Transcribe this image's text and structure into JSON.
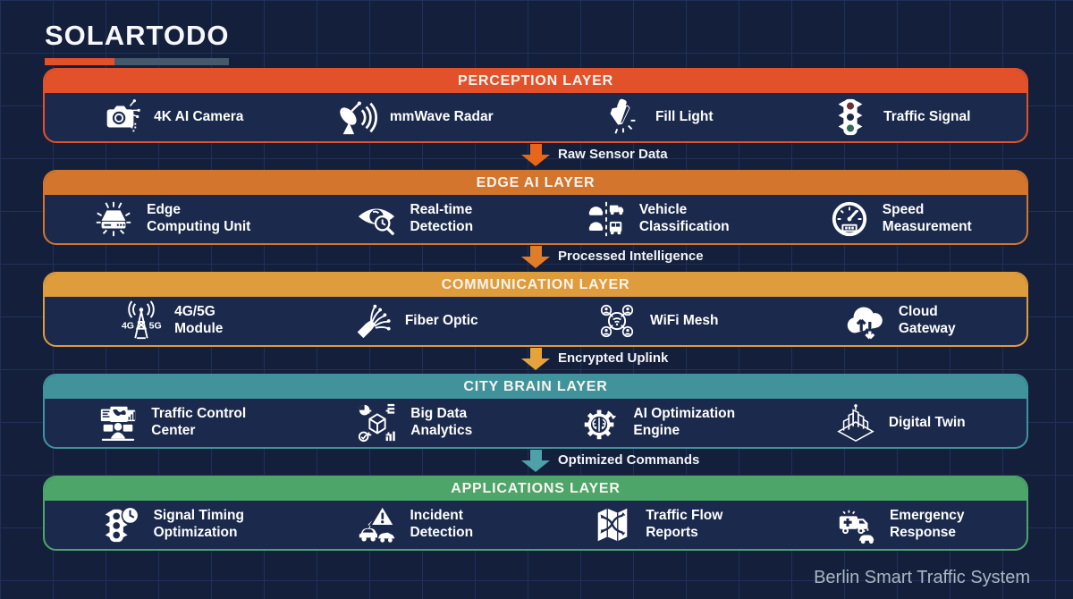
{
  "logo": {
    "text": "SOLARTODO"
  },
  "footer": {
    "text": "Berlin Smart Traffic System"
  },
  "colors": {
    "background": "#141F3B",
    "grid_line": "#20305A",
    "panel_navy": "#1B2A4C",
    "perception": "#E2512A",
    "edge_ai": "#D3752C",
    "communication": "#DE9C3C",
    "city_brain": "#41939B",
    "applications": "#4EA56A",
    "logo_underline_orange": "#E2512A",
    "logo_underline_slate": "#46586B"
  },
  "layers": [
    {
      "title": "PERCEPTION LAYER",
      "color": "#E2512A",
      "items": [
        {
          "icon": "camera-icon",
          "label": "4K AI Camera"
        },
        {
          "icon": "radar-dish-icon",
          "label": "mmWave Radar"
        },
        {
          "icon": "spotlight-icon",
          "label": "Fill Light"
        },
        {
          "icon": "traffic-light-icon",
          "label": "Traffic Signal"
        }
      ]
    },
    {
      "title": "EDGE AI LAYER",
      "color": "#D3752C",
      "items": [
        {
          "icon": "edge-computing-icon",
          "label": "Edge\nComputing Unit"
        },
        {
          "icon": "eye-magnifier-icon",
          "label": "Real-time\nDetection"
        },
        {
          "icon": "vehicles-icon",
          "label": "Vehicle\nClassification"
        },
        {
          "icon": "speedometer-icon",
          "label": "Speed\nMeasurement"
        }
      ]
    },
    {
      "title": "COMMUNICATION LAYER",
      "color": "#DE9C3C",
      "items": [
        {
          "icon": "cell-tower-icon",
          "label": "4G/5G\nModule",
          "icon_text_left": "4G",
          "icon_text_right": "5G"
        },
        {
          "icon": "fiber-optic-icon",
          "label": "Fiber Optic"
        },
        {
          "icon": "wifi-mesh-icon",
          "label": "WiFi Mesh"
        },
        {
          "icon": "cloud-arrows-icon",
          "label": "Cloud\nGateway"
        }
      ]
    },
    {
      "title": "CITY BRAIN LAYER",
      "color": "#41939B",
      "items": [
        {
          "icon": "control-room-icon",
          "label": "Traffic Control\nCenter"
        },
        {
          "icon": "data-cube-icon",
          "label": "Big Data\nAnalytics"
        },
        {
          "icon": "gear-brain-icon",
          "label": "AI Optimization\nEngine"
        },
        {
          "icon": "isometric-city-icon",
          "label": "Digital Twin"
        }
      ]
    },
    {
      "title": "APPLICATIONS LAYER",
      "color": "#4EA56A",
      "items": [
        {
          "icon": "traffic-light-clock-icon",
          "label": "Signal Timing\nOptimization"
        },
        {
          "icon": "crash-warning-icon",
          "label": "Incident\nDetection"
        },
        {
          "icon": "route-map-icon",
          "label": "Traffic Flow\nReports"
        },
        {
          "icon": "ambulance-icon",
          "label": "Emergency\nResponse"
        }
      ]
    }
  ],
  "flows": [
    {
      "label": "Raw Sensor Data",
      "color": "#E8661C"
    },
    {
      "label": "Processed Intelligence",
      "color": "#DF7D2A"
    },
    {
      "label": "Encrypted Uplink",
      "color": "#E6A33C"
    },
    {
      "label": "Optimized Commands",
      "color": "#4FA0A8"
    }
  ]
}
